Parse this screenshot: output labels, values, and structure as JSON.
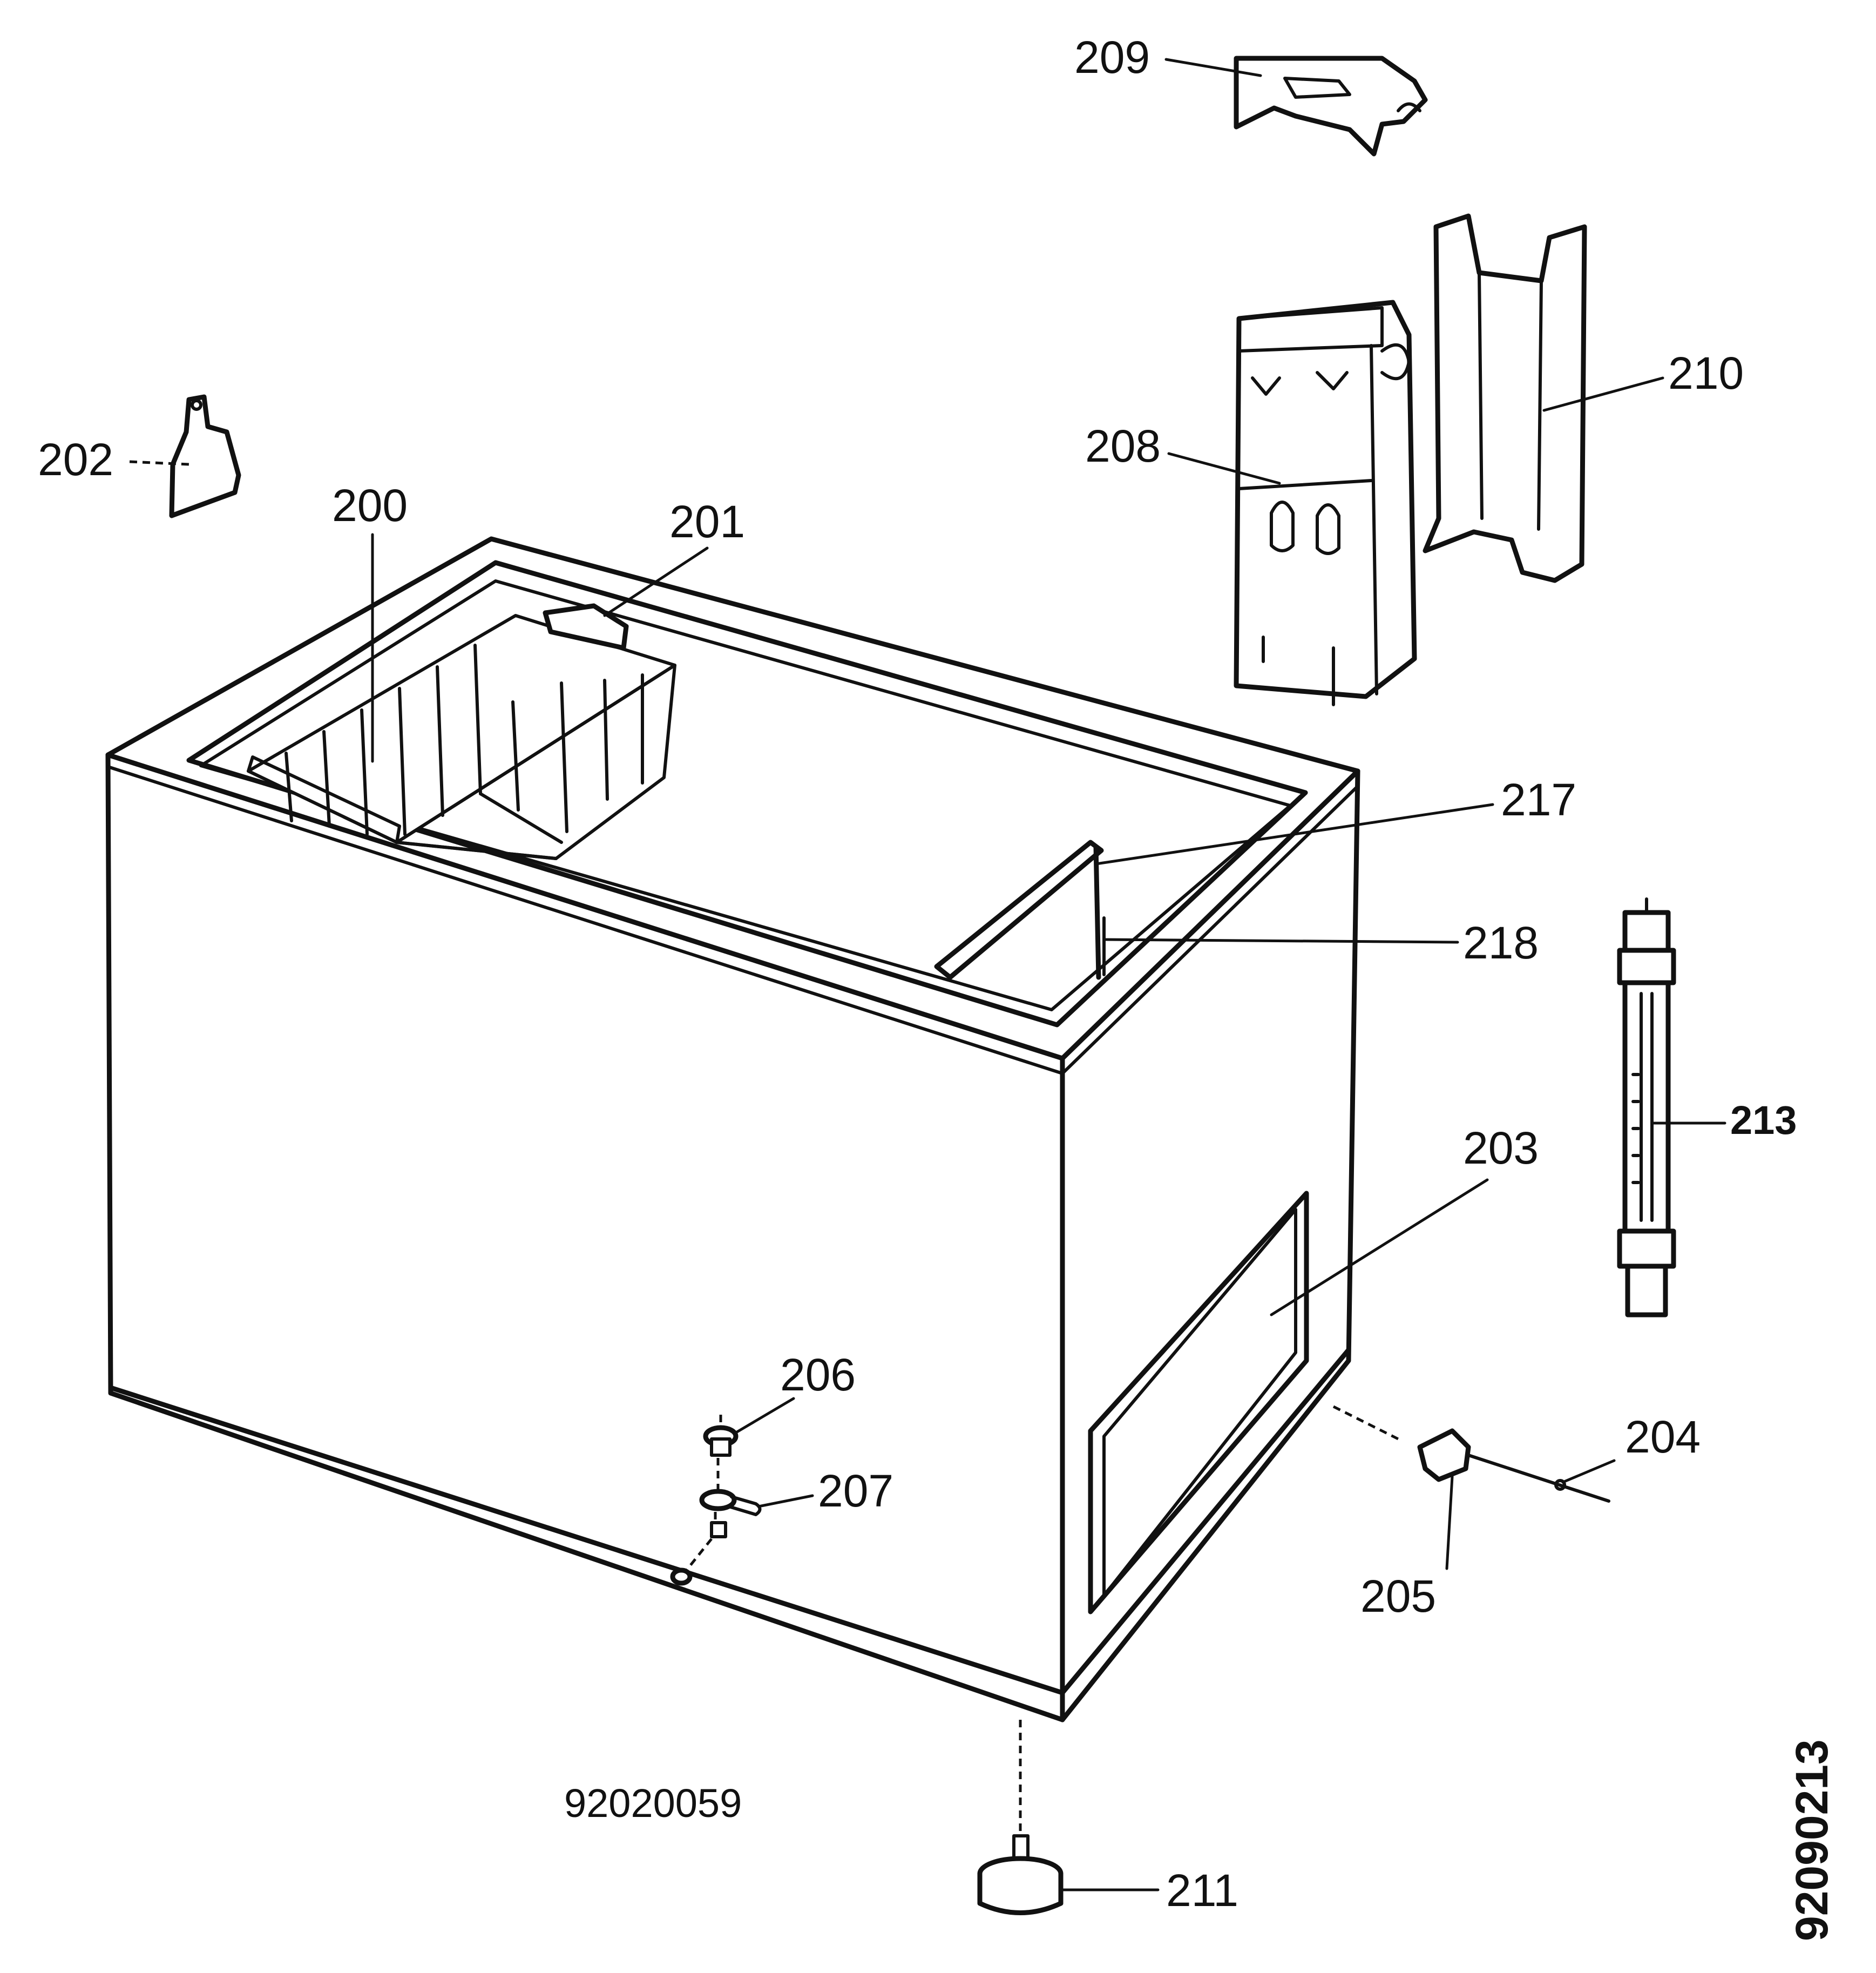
{
  "callouts": {
    "c200": "200",
    "c201": "201",
    "c202": "202",
    "c203": "203",
    "c204": "204",
    "c205": "205",
    "c206": "206",
    "c207": "207",
    "c208": "208",
    "c209": "209",
    "c210": "210",
    "c211": "211",
    "c213": "213",
    "c217": "217",
    "c218": "218"
  },
  "drawing_numbers": {
    "main": "92020059",
    "vertical": "92090213"
  }
}
